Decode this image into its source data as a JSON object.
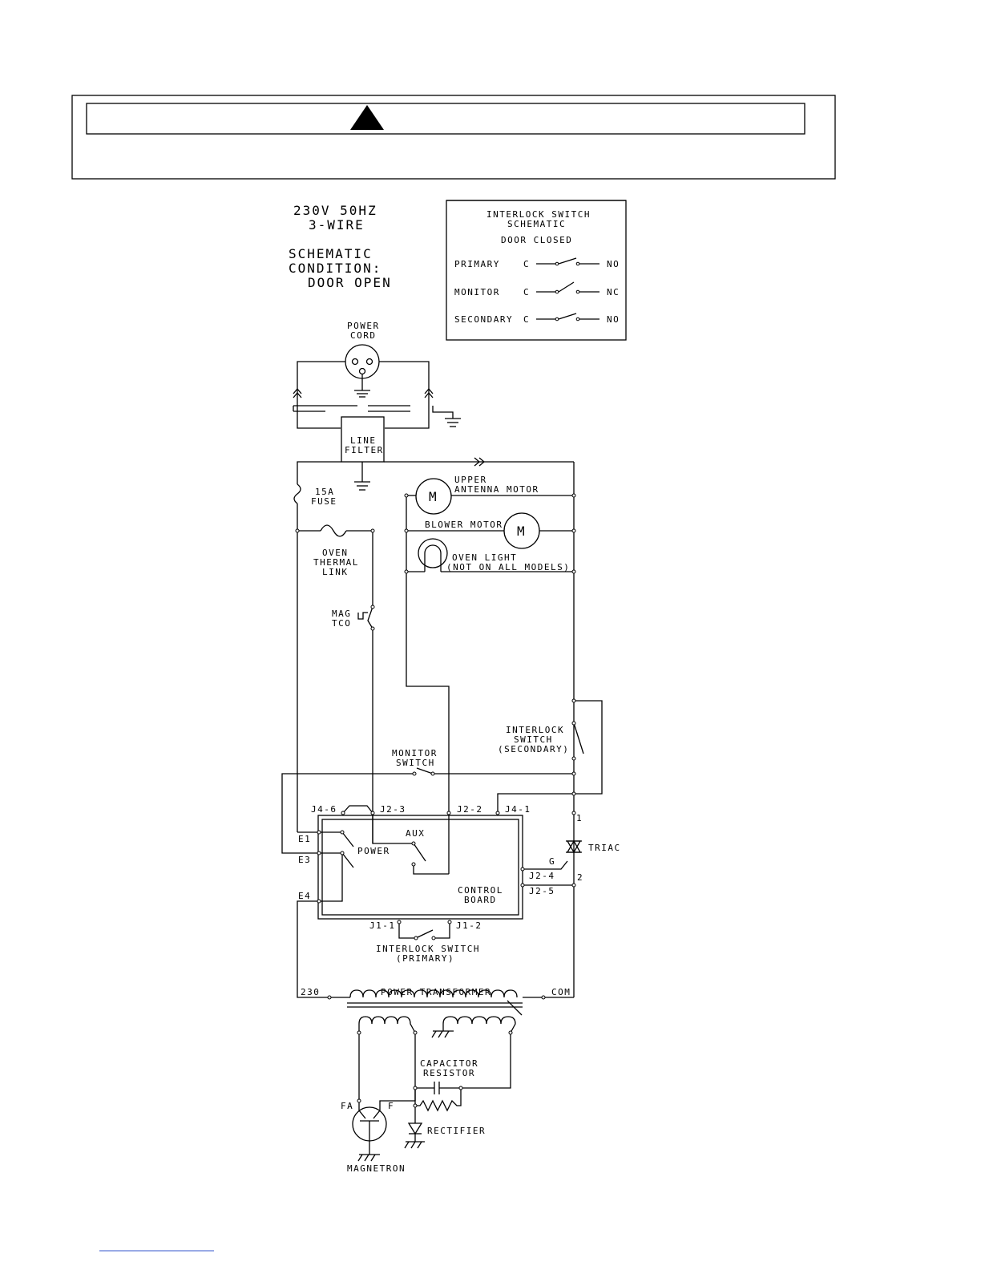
{
  "header": {
    "supply_line1": "230V 50HZ",
    "supply_line2": "3-WIRE",
    "cond_line1": "SCHEMATIC",
    "cond_line2": "CONDITION:",
    "cond_line3": "DOOR OPEN"
  },
  "interlock_box": {
    "title1": "INTERLOCK SWITCH",
    "title2": "SCHEMATIC",
    "title3": "DOOR CLOSED",
    "rows": [
      {
        "name": "PRIMARY",
        "c": "C",
        "state": "NO"
      },
      {
        "name": "MONITOR",
        "c": "C",
        "state": "NC"
      },
      {
        "name": "SECONDARY",
        "c": "C",
        "state": "NO"
      }
    ]
  },
  "labels": {
    "power_cord1": "POWER",
    "power_cord2": "CORD",
    "line_filter1": "LINE",
    "line_filter2": "FILTER",
    "fuse1": "15A",
    "fuse2": "FUSE",
    "upper1": "UPPER",
    "upper2": "ANTENNA MOTOR",
    "blower": "BLOWER MOTOR",
    "light1": "OVEN LIGHT",
    "light2": "(NOT ON ALL MODELS)",
    "thermal1": "OVEN",
    "thermal2": "THERMAL",
    "thermal3": "LINK",
    "mag1": "MAG",
    "mag2": "TCO",
    "sec1": "INTERLOCK",
    "sec2": "SWITCH",
    "sec3": "(SECONDARY)",
    "mon1": "MONITOR",
    "mon2": "SWITCH",
    "j46": "J4-6",
    "j23": "J2-3",
    "j22": "J2-2",
    "j41": "J4-1",
    "aux": "AUX",
    "power": "POWER",
    "e1": "E1",
    "e3": "E3",
    "e4": "E4",
    "cb1": "CONTROL",
    "cb2": "BOARD",
    "triac": "TRIAC",
    "t1": "1",
    "t2": "2",
    "g": "G",
    "j24": "J2-4",
    "j25": "J2-5",
    "j11": "J1-1",
    "j12": "J1-2",
    "pri1": "INTERLOCK SWITCH",
    "pri2": "(PRIMARY)",
    "v230": "230",
    "xfmr": "POWER TRANSFORMER",
    "com": "COM",
    "cap1": "CAPACITOR",
    "cap2": "RESISTOR",
    "fa": "FA",
    "f": "F",
    "rect": "RECTIFIER",
    "magnetron": "MAGNETRON",
    "m": "M"
  }
}
